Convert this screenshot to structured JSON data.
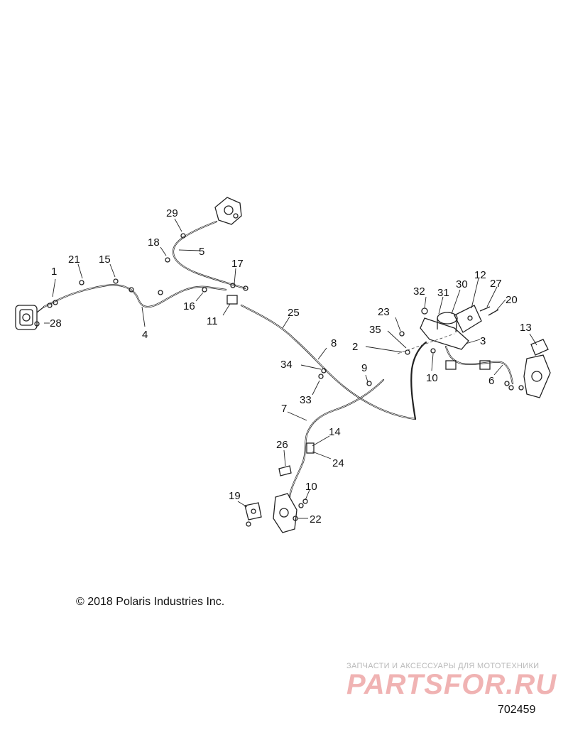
{
  "callouts": [
    "1",
    "2",
    "3",
    "4",
    "5",
    "6",
    "7",
    "8",
    "9",
    "10",
    "10",
    "11",
    "12",
    "13",
    "14",
    "15",
    "16",
    "17",
    "18",
    "19",
    "20",
    "21",
    "22",
    "23",
    "24",
    "25",
    "26",
    "27",
    "28",
    "29",
    "30",
    "31",
    "32",
    "33",
    "34",
    "35"
  ],
  "copyright": "© 2018 Polaris Industries Inc.",
  "watermark": {
    "tagline": "ЗАПЧАСТИ И АКСЕССУАРЫ ДЛЯ МОТОТЕХНИКИ",
    "logo": "PARTSFOR.RU"
  },
  "document_number": "702459"
}
